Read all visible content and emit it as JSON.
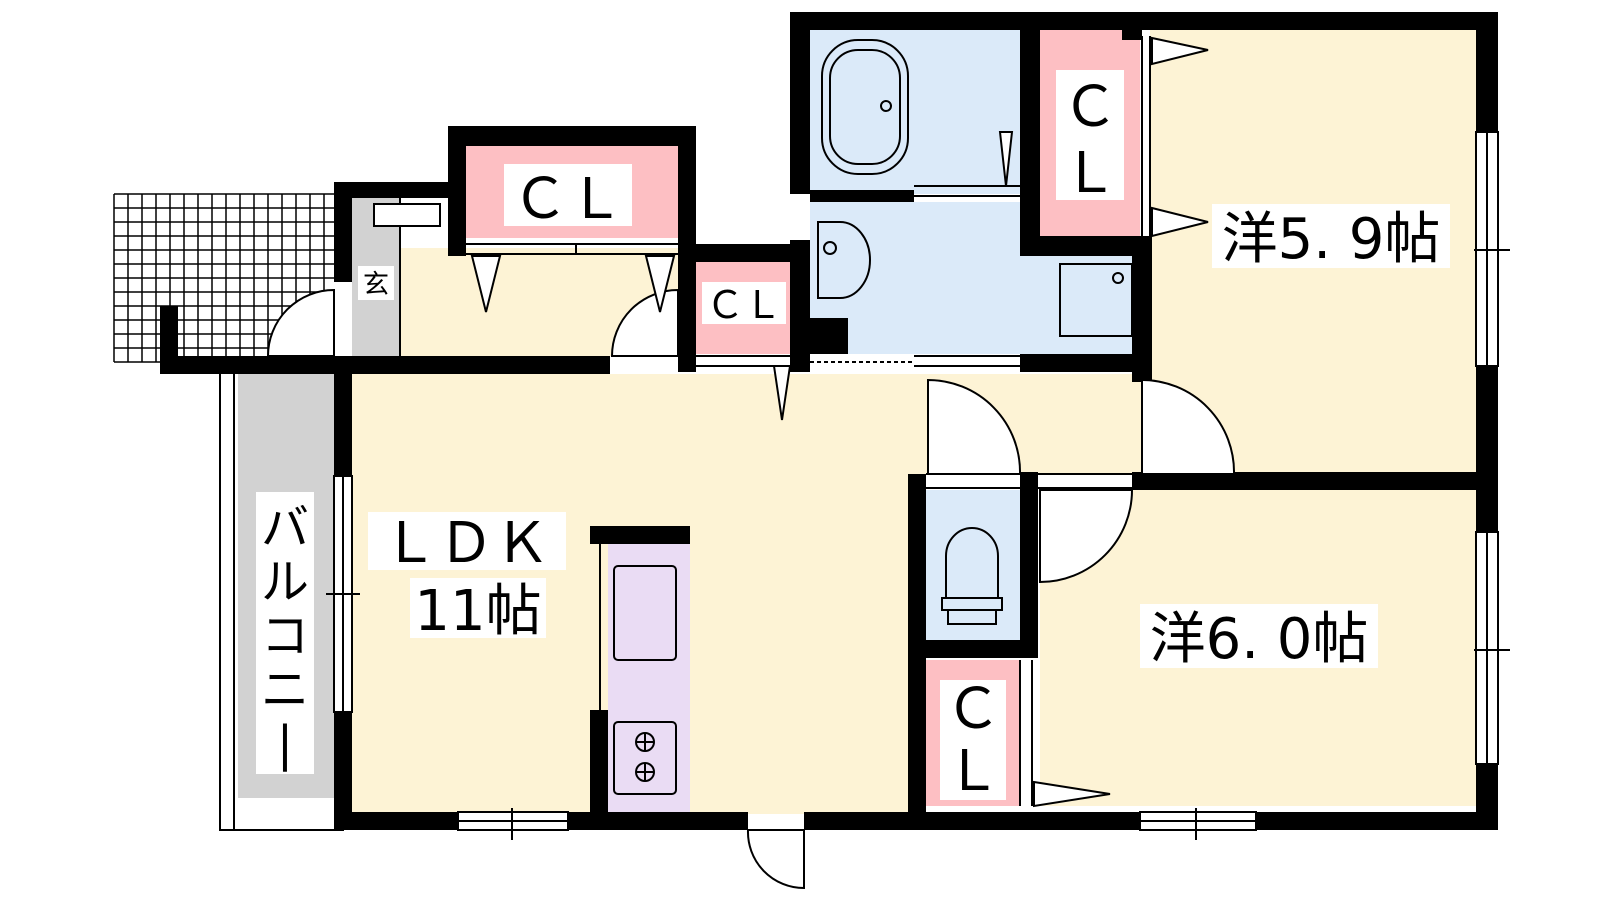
{
  "rooms": {
    "ldk_name": "ＬＤＫ",
    "ldk_size": "11帖",
    "western1": "洋5. 9帖",
    "western2": "洋6. 0帖",
    "balcony": "バルコニー",
    "entrance": "玄",
    "closet_top": "ＣＬ",
    "closet_small": "ＣＬ",
    "closet_right_c": "Ｃ",
    "closet_right_l": "Ｌ",
    "closet_lower_c": "Ｃ",
    "closet_lower_l": "Ｌ"
  },
  "colors": {
    "floor": "#fdf3d5",
    "closet": "#fdbfc3",
    "wet_area": "#dbeaf9",
    "kitchen": "#eadcf4",
    "balcony": "#d2d2d2",
    "wall": "#000000"
  },
  "icons": [
    "bathtub-icon",
    "washbasin-icon",
    "toilet-icon",
    "sink-icon",
    "stove-icon",
    "door-swing-icon",
    "window-icon",
    "balcony-grid-icon"
  ]
}
